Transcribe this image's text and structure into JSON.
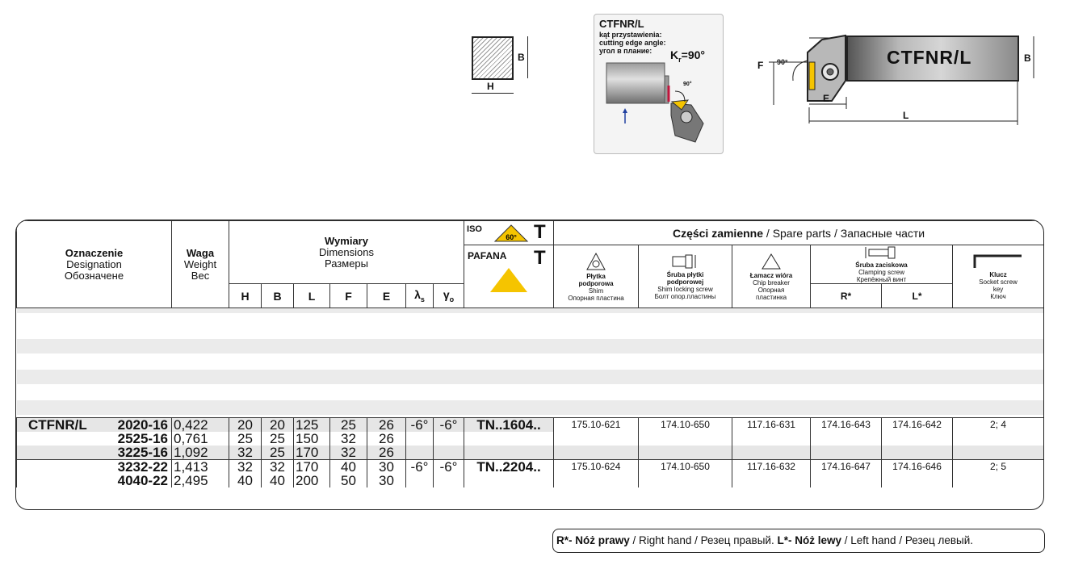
{
  "section": {
    "label_b": "B",
    "label_h": "H"
  },
  "angle_card": {
    "title": "CTFNR/L",
    "line1": "kąt przystawienia:",
    "line2": "cutting edge angle:",
    "line3": "угол в плание:",
    "kr_label": "K",
    "kr_sub": "r",
    "kr_value": "=90°",
    "small_angle": "90°"
  },
  "side_view": {
    "bar_label": "CTFNR/L",
    "f": "F",
    "angle": "90°",
    "e": "E",
    "l": "L",
    "b": "B"
  },
  "table": {
    "headers": {
      "designation": [
        "Oznaczenie",
        "Designation",
        "Обозначене"
      ],
      "weight": [
        "Waga",
        "Weight",
        "Вес"
      ],
      "dimensions": [
        "Wymiary",
        "Dimensions",
        "Размеры"
      ],
      "dim_cols": [
        "H",
        "B",
        "L",
        "F",
        "E",
        "λ",
        "γ"
      ],
      "lambda_sub": "s",
      "gamma_sub": "o",
      "iso": "ISO",
      "iso_letter": "T",
      "iso_angle": "60°",
      "pafana": "PAFANA",
      "pafana_letter": "T",
      "spare_title_pl": "Części zamienne",
      "spare_sep1": "/",
      "spare_title_en": "Spare parts",
      "spare_sep2": "/",
      "spare_title_ru": "Запасные части",
      "shim": [
        "Płytka",
        "podporowa",
        "Shim",
        "Опорная пластина"
      ],
      "shim_screw": [
        "Śruba płytki",
        "podporowej",
        "Shim locking screw",
        "Болт опор.пластины"
      ],
      "chip_breaker": [
        "Łamacz wióra",
        "Chip breaker",
        "Опорная",
        "пластинка"
      ],
      "clamp_screw": [
        "Śruba zaciskowa",
        "Clamping screw",
        "Крепёжный винт"
      ],
      "r_star": "R*",
      "l_star": "L*",
      "key": [
        "Klucz",
        "Socket screw",
        "key",
        "Ключ"
      ]
    },
    "rows": [
      {
        "desig": "CTFNR/L",
        "code": "2020-16",
        "weight": "0,422",
        "h": "20",
        "b": "20",
        "l": "125",
        "f": "25",
        "e": "26",
        "lambda": "-6°",
        "gamma": "-6°",
        "insert": "TN..1604..",
        "shim": "175.10-621",
        "shim_screw": "174.10-650",
        "chip": "117.16-631",
        "r": "174.16-643",
        "lk": "174.16-642",
        "key": "2; 4"
      },
      {
        "desig": "",
        "code": "2525-16",
        "weight": "0,761",
        "h": "25",
        "b": "25",
        "l": "150",
        "f": "32",
        "e": "26",
        "lambda": "",
        "gamma": "",
        "insert": "",
        "shim": "",
        "shim_screw": "",
        "chip": "",
        "r": "",
        "lk": "",
        "key": ""
      },
      {
        "desig": "",
        "code": "3225-16",
        "weight": "1,092",
        "h": "32",
        "b": "25",
        "l": "170",
        "f": "32",
        "e": "26",
        "lambda": "",
        "gamma": "",
        "insert": "",
        "shim": "",
        "shim_screw": "",
        "chip": "",
        "r": "",
        "lk": "",
        "key": ""
      },
      {
        "desig": "",
        "code": "3232-22",
        "weight": "1,413",
        "h": "32",
        "b": "32",
        "l": "170",
        "f": "40",
        "e": "30",
        "lambda": "-6°",
        "gamma": "-6°",
        "insert": "TN..2204..",
        "shim": "175.10-624",
        "shim_screw": "174.10-650",
        "chip": "117.16-632",
        "r": "174.16-647",
        "lk": "174.16-646",
        "key": "2; 5"
      },
      {
        "desig": "",
        "code": "4040-22",
        "weight": "2,495",
        "h": "40",
        "b": "40",
        "l": "200",
        "f": "50",
        "e": "30",
        "lambda": "",
        "gamma": "",
        "insert": "",
        "shim": "",
        "shim_screw": "",
        "chip": "",
        "r": "",
        "lk": "",
        "key": ""
      }
    ]
  },
  "note": {
    "r_mark": "R*",
    "r_text_bold": "- Nóż prawy",
    "r_text": " / Right hand / Резец правый.",
    "l_mark": "L*",
    "l_text_bold": "- Nóż lewy",
    "l_text": " / Left hand / Резец левый."
  }
}
